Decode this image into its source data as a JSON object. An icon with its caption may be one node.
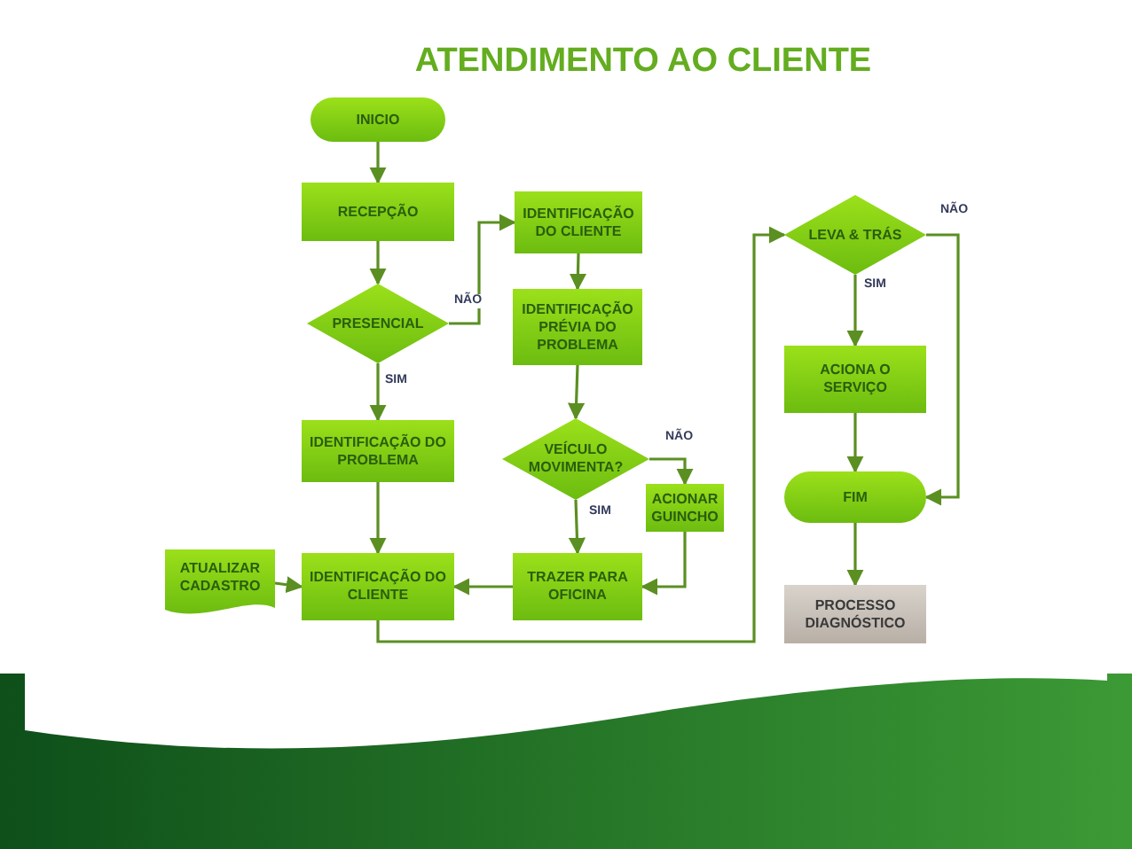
{
  "diagram": {
    "title": "ATENDIMENTO AO CLIENTE",
    "nodes": [
      {
        "text": [
          "INICIO"
        ]
      },
      {
        "text": [
          "RECEPÇÃO"
        ]
      },
      {
        "text": [
          "PRESENCIAL"
        ]
      },
      {
        "text": [
          "IDENTIFICAÇÃO DO CLIENTE"
        ]
      },
      {
        "text": [
          "IDENTIFICAÇÃO PRÉVIA DO PROBLEMA"
        ]
      },
      {
        "text": [
          "IDENTIFICAÇÃO DO PROBLEMA"
        ]
      },
      {
        "text": [
          "VEÍCULO MOVIMENTA?"
        ]
      },
      {
        "text": [
          "ACIONAR GUINCHO"
        ]
      },
      {
        "text": [
          "ATUALIZAR CADASTRO"
        ]
      },
      {
        "text": [
          "IDENTIFICAÇÃO DO CLIENTE"
        ]
      },
      {
        "text": [
          "TRAZER PARA OFICINA"
        ]
      },
      {
        "text": [
          "LEVA & TRÁS"
        ]
      },
      {
        "text": [
          "ACIONA O SERVIÇO"
        ]
      },
      {
        "text": [
          "FIM"
        ]
      },
      {
        "text": [
          "PROCESSO DIAGNÓSTICO"
        ]
      }
    ],
    "edges": [
      {
        "from": 0,
        "to": 1,
        "arrow": "to"
      },
      {
        "from": 1,
        "to": 2,
        "arrow": "to"
      },
      {
        "from": 2,
        "to": 3,
        "arrow": "to",
        "label": "NÃO"
      },
      {
        "from": 2,
        "to": 5,
        "arrow": "to",
        "label": "SIM"
      },
      {
        "from": 3,
        "to": 4,
        "arrow": "to"
      },
      {
        "from": 4,
        "to": 6,
        "arrow": "to"
      },
      {
        "from": 6,
        "to": 7,
        "arrow": "to",
        "label": "NÃO"
      },
      {
        "from": 6,
        "to": 10,
        "arrow": "to",
        "label": "SIM"
      },
      {
        "from": 7,
        "to": 10,
        "arrow": "to"
      },
      {
        "from": 10,
        "to": 9,
        "arrow": "to"
      },
      {
        "from": 8,
        "to": 9,
        "arrow": "to"
      },
      {
        "from": 5,
        "to": 9,
        "arrow": "to"
      },
      {
        "from": 9,
        "to": 11,
        "arrow": "to"
      },
      {
        "from": 11,
        "to": 12,
        "arrow": "to",
        "label": "SIM"
      },
      {
        "from": 11,
        "to": 13,
        "arrow": "to",
        "label": "NÃO"
      },
      {
        "from": 12,
        "to": 13,
        "arrow": "to"
      },
      {
        "from": 13,
        "to": 14,
        "arrow": "to"
      }
    ]
  }
}
